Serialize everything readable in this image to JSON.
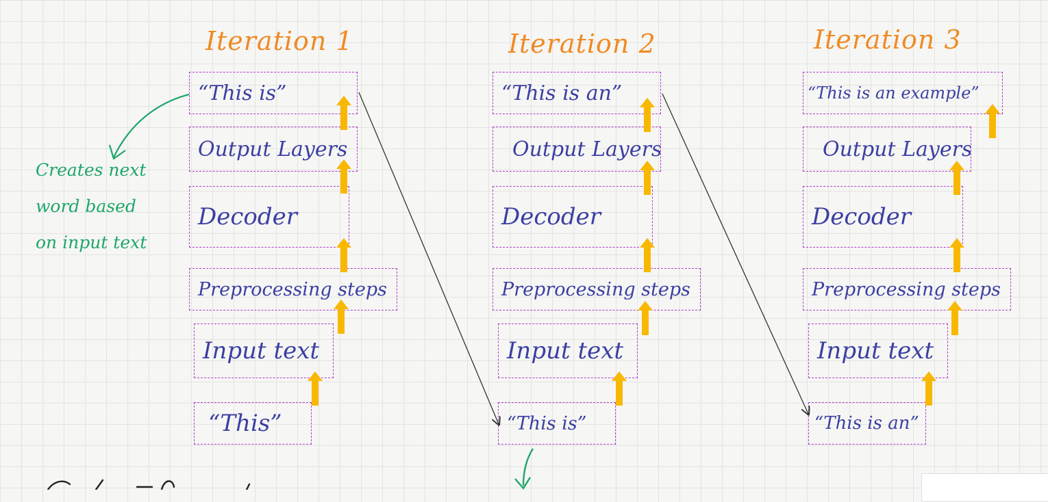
{
  "iterations": [
    {
      "title": "Iteration 1",
      "output_text": "“This is”",
      "layers": [
        "Output Layers",
        "Decoder",
        "Preprocessing steps",
        "Input text"
      ],
      "input_text": "“This”"
    },
    {
      "title": "Iteration 2",
      "output_text": "“This is an”",
      "layers": [
        "Output Layers",
        "Decoder",
        "Preprocessing steps",
        "Input text"
      ],
      "input_text": "“This is”"
    },
    {
      "title": "Iteration 3",
      "output_text": "“This is an example”",
      "layers": [
        "Output Layers",
        "Decoder",
        "Preprocessing steps",
        "Input text"
      ],
      "input_text": "“This is an”"
    }
  ],
  "annotation": {
    "lines": [
      "Creates next",
      "word based",
      "on input text"
    ]
  },
  "colors": {
    "title": "#f08a24",
    "box_border": "#b03cc8",
    "box_text": "#3b3fa2",
    "arrow": "#f9b800",
    "annotation": "#1fa66a",
    "connector": "#333333"
  }
}
